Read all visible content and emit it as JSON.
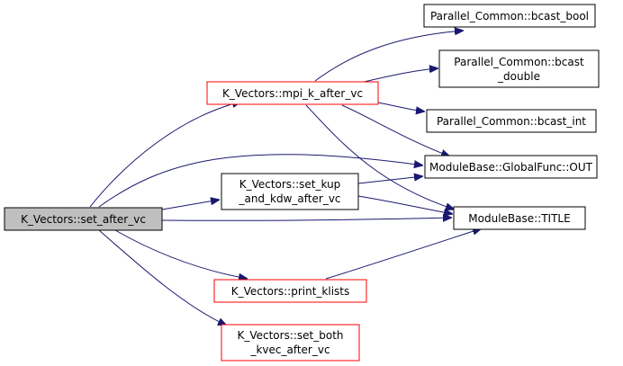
{
  "colors": {
    "edge": "#191970",
    "root_fill": "#bfbfbf",
    "node_border_default": "#000000",
    "node_border_red": "#ff0000",
    "node_fill": "#ffffff"
  },
  "nodes": {
    "set_after_vc": {
      "lines": [
        "K_Vectors::set_after_vc"
      ]
    },
    "mpi_k_after_vc": {
      "lines": [
        "K_Vectors::mpi_k_after_vc"
      ]
    },
    "set_kup_and_kdw_after_vc": {
      "lines": [
        "K_Vectors::set_kup",
        "_and_kdw_after_vc"
      ]
    },
    "print_klists": {
      "lines": [
        "K_Vectors::print_klists"
      ]
    },
    "set_both_kvec_after_vc": {
      "lines": [
        "K_Vectors::set_both",
        "_kvec_after_vc"
      ]
    },
    "bcast_bool": {
      "lines": [
        "Parallel_Common::bcast_bool"
      ]
    },
    "bcast_double": {
      "lines": [
        "Parallel_Common::bcast",
        "_double"
      ]
    },
    "bcast_int": {
      "lines": [
        "Parallel_Common::bcast_int"
      ]
    },
    "globalfunc_out": {
      "lines": [
        "ModuleBase::GlobalFunc::OUT"
      ]
    },
    "title": {
      "lines": [
        "ModuleBase::TITLE"
      ]
    }
  }
}
